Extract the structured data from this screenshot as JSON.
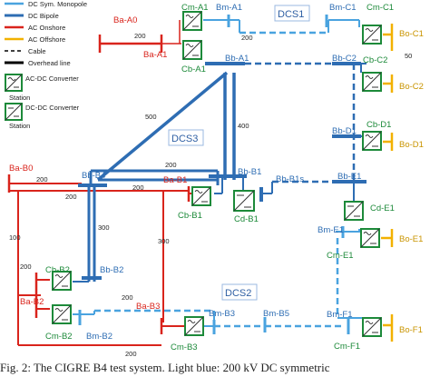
{
  "legend": {
    "items": [
      {
        "label": "DC Sym. Monopole",
        "color": "#4aa3df"
      },
      {
        "label": "DC Bipole",
        "color": "#2e6db3"
      },
      {
        "label": "AC Onshore",
        "color": "#d9241c"
      },
      {
        "label": "AC Offshore",
        "color": "#f2b100"
      },
      {
        "label": "Cable",
        "color": "#000000"
      },
      {
        "label": "Overhead line",
        "color": "#000000"
      }
    ],
    "converter1": [
      "AC-DC Converter",
      "Station"
    ],
    "converter2": [
      "DC-DC Converter",
      "Station"
    ]
  },
  "systems": [
    "DCS1",
    "DCS2",
    "DCS3"
  ],
  "nodes": {
    "ba_a0": "Ba-A0",
    "ba_a1": "Ba-A1",
    "cm_a1": "Cm-A1",
    "cb_a1": "Cb-A1",
    "bm_a1": "Bm-A1",
    "bm_c1": "Bm-C1",
    "cm_c1": "Cm-C1",
    "bo_c1": "Bo-C1",
    "bb_a1": "Bb-A1",
    "bb_c2": "Bb-C2",
    "cb_c2": "Cb-C2",
    "bo_c2": "Bo-C2",
    "cb_d1": "Cb-D1",
    "bb_d1": "Bb-D1",
    "bo_d1": "Bo-D1",
    "bb_b4": "Bb-B4",
    "ba_b0": "Ba-B0",
    "ba_b1": "Ba-B1",
    "bb_b1": "Bb-B1",
    "bb_b1s": "Bb-B1s",
    "cb_b1": "Cb-B1",
    "cd_b1": "Cd-B1",
    "bb_e1": "Bb-E1",
    "cd_e1": "Cd-E1",
    "bm_e1": "Bm-E1",
    "cm_e1": "Cm-E1",
    "bo_e1": "Bo-E1",
    "cb_b2": "Cb-B2",
    "bb_b2": "Bb-B2",
    "ba_b2": "Ba-B2",
    "cm_b2": "Cm-B2",
    "bm_b2": "Bm-B2",
    "ba_b3": "Ba-B3",
    "bm_b3": "Bm-B3",
    "bm_b5": "Bm-B5",
    "cm_b3": "Cm-B3",
    "bm_f1": "Bm-F1",
    "cm_f1": "Cm-F1",
    "bo_f1": "Bo-F1"
  },
  "distances": {
    "d_a0_a1": "200",
    "d_a1_top": "200",
    "d_c_offshore": "50",
    "d_b4_a1": "500",
    "d_b1_a1": "400",
    "d_b4_b1": "200",
    "d_b4_b1s": "200",
    "d_b0_b4": "200",
    "d_b0_b1": "200",
    "d_b4_b2": "300",
    "d_b1_b3": "300",
    "d_b0_b2a": "100",
    "d_b0_b2b": "200",
    "d_b2_b3": "200",
    "d_b0_low": "200"
  },
  "caption": "Fig. 2: The CIGRE B4 test system. Light blue: 200 kV DC symmetric"
}
